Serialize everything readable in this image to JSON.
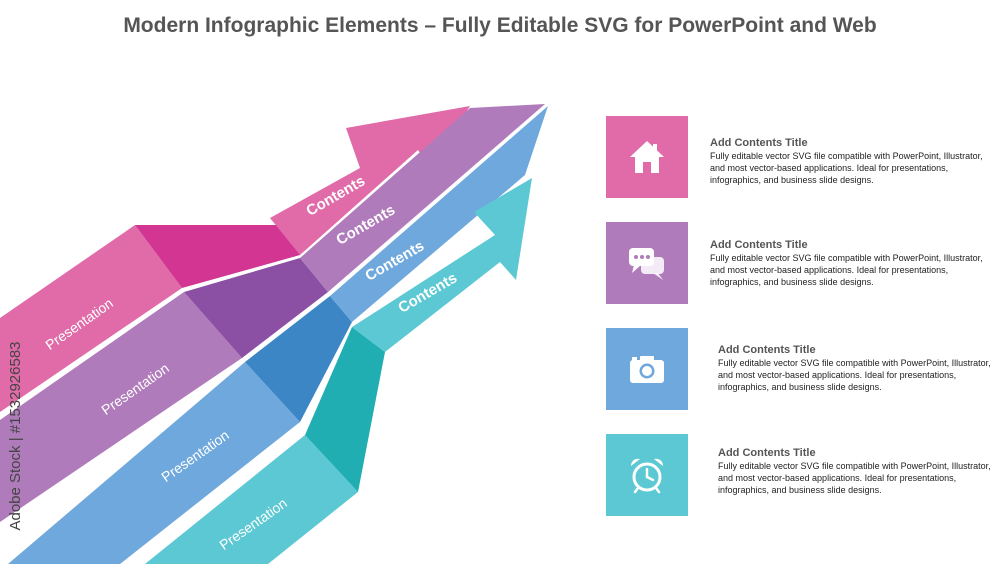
{
  "header": {
    "title": "Modern Infographic Elements – Fully Editable SVG for PowerPoint and Web"
  },
  "arrows": [
    {
      "label": "Contents",
      "band_label": "Presentation",
      "color": "#E06BA8",
      "dark": "#D23592"
    },
    {
      "label": "Contents",
      "band_label": "Presentation",
      "color": "#B07BBB",
      "dark": "#8B4FA3"
    },
    {
      "label": "Contents",
      "band_label": "Presentation",
      "color": "#6FA8DC",
      "dark": "#3C86C6"
    },
    {
      "label": "Contents",
      "band_label": "Presentation",
      "color": "#5BC8D3",
      "dark": "#20AEB2"
    }
  ],
  "items": [
    {
      "icon": "home-icon",
      "color": "#E06BA8",
      "title": "Add Contents Title",
      "description": "Fully editable vector SVG file compatible with PowerPoint, Illustrator, and most vector-based applications. Ideal for presentations, infographics, and business slide designs."
    },
    {
      "icon": "chat-bubbles-icon",
      "color": "#B07BBB",
      "title": "Add Contents Title",
      "description": "Fully editable vector SVG file compatible with PowerPoint, Illustrator, and most vector-based applications. Ideal for presentations, infographics, and business slide designs."
    },
    {
      "icon": "camera-icon",
      "color": "#6FA8DC",
      "title": "Add Contents Title",
      "description": "Fully editable vector SVG file compatible with PowerPoint, Illustrator, and most vector-based applications. Ideal for presentations, infographics, and business slide designs."
    },
    {
      "icon": "alarm-clock-icon",
      "color": "#5BC8D3",
      "title": "Add Contents Title",
      "description": "Fully editable vector SVG file compatible with PowerPoint, Illustrator, and most vector-based applications. Ideal for presentations, infographics, and business slide designs."
    }
  ],
  "watermark": {
    "text": "Adobe Stock | #1532926583"
  }
}
